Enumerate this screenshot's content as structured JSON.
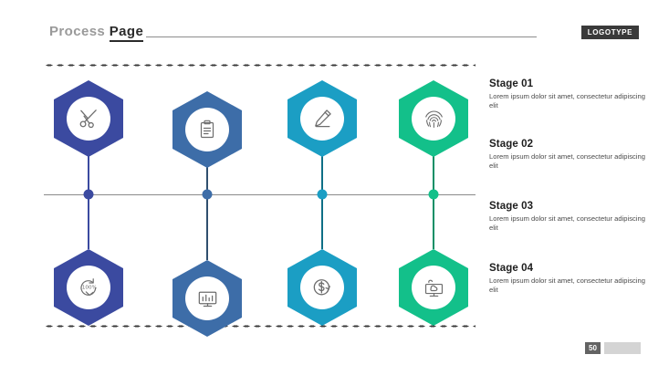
{
  "header": {
    "title_light": "Process",
    "title_bold": "Page",
    "logotype": "LOGOTYPE"
  },
  "footer": {
    "page_number": "50"
  },
  "timeline": {
    "axis_color": "#8a8a8a",
    "dotted_rule_color": "#3a3a3a"
  },
  "columns": [
    {
      "color": "#3b4aa0",
      "top_icon": "scissors-icon",
      "bottom_icon": "hundred-percent-refresh-icon"
    },
    {
      "color": "#3d6da8",
      "top_icon": "clipboard-icon",
      "bottom_icon": "bar-chart-monitor-icon"
    },
    {
      "color": "#1b9ec4",
      "top_icon": "pencil-icon",
      "bottom_icon": "dollar-refresh-icon"
    },
    {
      "color": "#13c08a",
      "top_icon": "fingerprint-icon",
      "bottom_icon": "monitor-cloud-icon"
    }
  ],
  "stages": [
    {
      "title": "Stage 01",
      "description": "Lorem ipsum dolor sit amet, consectetur adipiscing elit"
    },
    {
      "title": "Stage 02",
      "description": "Lorem ipsum dolor sit amet, consectetur adipiscing elit"
    },
    {
      "title": "Stage 03",
      "description": "Lorem ipsum dolor sit amet, consectetur adipiscing elit"
    },
    {
      "title": "Stage 04",
      "description": "Lorem ipsum dolor sit amet, consectetur adipiscing elit"
    }
  ]
}
